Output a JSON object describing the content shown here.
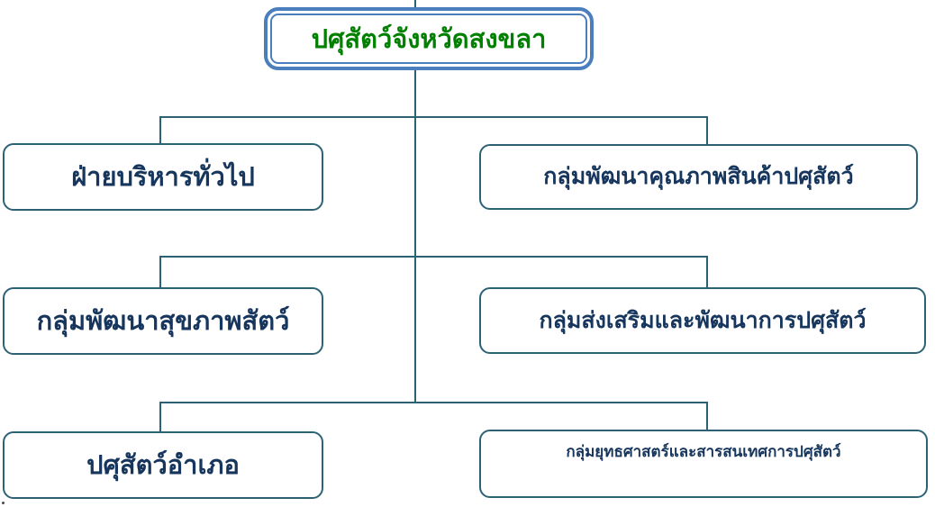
{
  "org_chart": {
    "type": "organization-chart",
    "root": {
      "label": "ปศุสัตว์จังหวัดสงขลา"
    },
    "rows": [
      {
        "left": {
          "label": "ฝ่ายบริหารทั่วไป"
        },
        "right": {
          "label": "กลุ่มพัฒนาคุณภาพสินค้าปศุสัตว์"
        }
      },
      {
        "left": {
          "label": "กลุ่มพัฒนาสุขภาพสัตว์"
        },
        "right": {
          "label": "กลุ่มส่งเสริมและพัฒนาการปศุสัตว์"
        }
      },
      {
        "left": {
          "label": "ปศุสัตว์อำเภอ"
        },
        "right": {
          "label": "กลุ่มยุทธศาสตร์และสารสนเทศการปศุสัตว์"
        }
      }
    ]
  },
  "colors": {
    "background": "#ffffff",
    "root_border": "#4a7ebc",
    "root_text": "#008000",
    "node_border": "#2d6274",
    "node_text": "#17365d",
    "connector": "#2d6274"
  }
}
